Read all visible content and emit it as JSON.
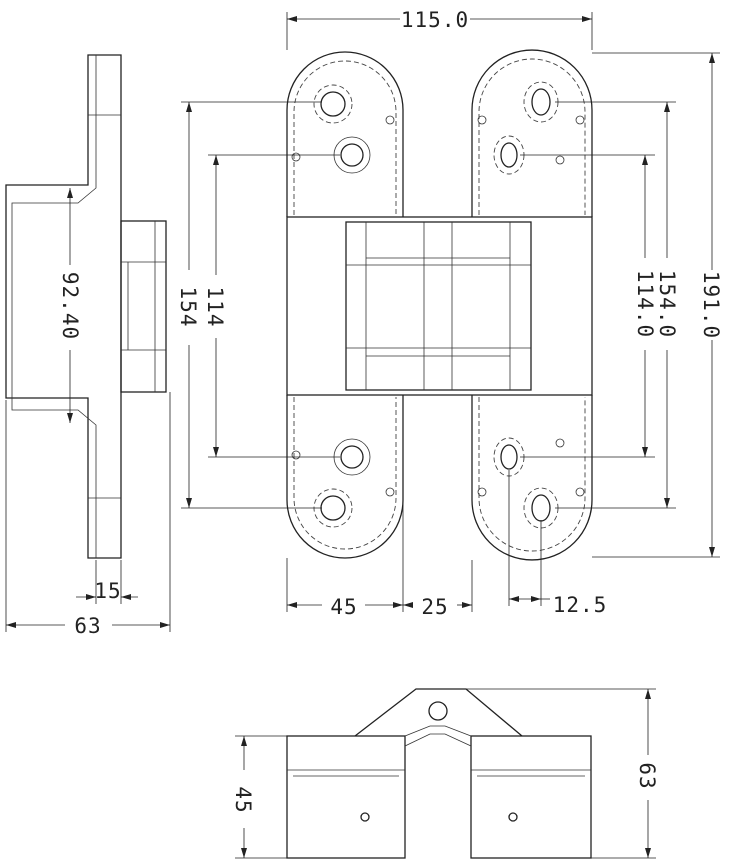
{
  "dimensions": {
    "overall_width": "115.0",
    "overall_height": "191.0",
    "outer_hole_spacing_right": "154.0",
    "inner_hole_spacing_right": "114.0",
    "outer_hole_spacing_left": "154",
    "inner_hole_spacing_left": "114",
    "side_body_height": "92.40",
    "flange_depth": "15",
    "side_total_depth": "63",
    "leaf_width": "45",
    "gap": "25",
    "hole_offset": "12.5",
    "top_view_height": "45",
    "top_view_open_height": "63"
  }
}
